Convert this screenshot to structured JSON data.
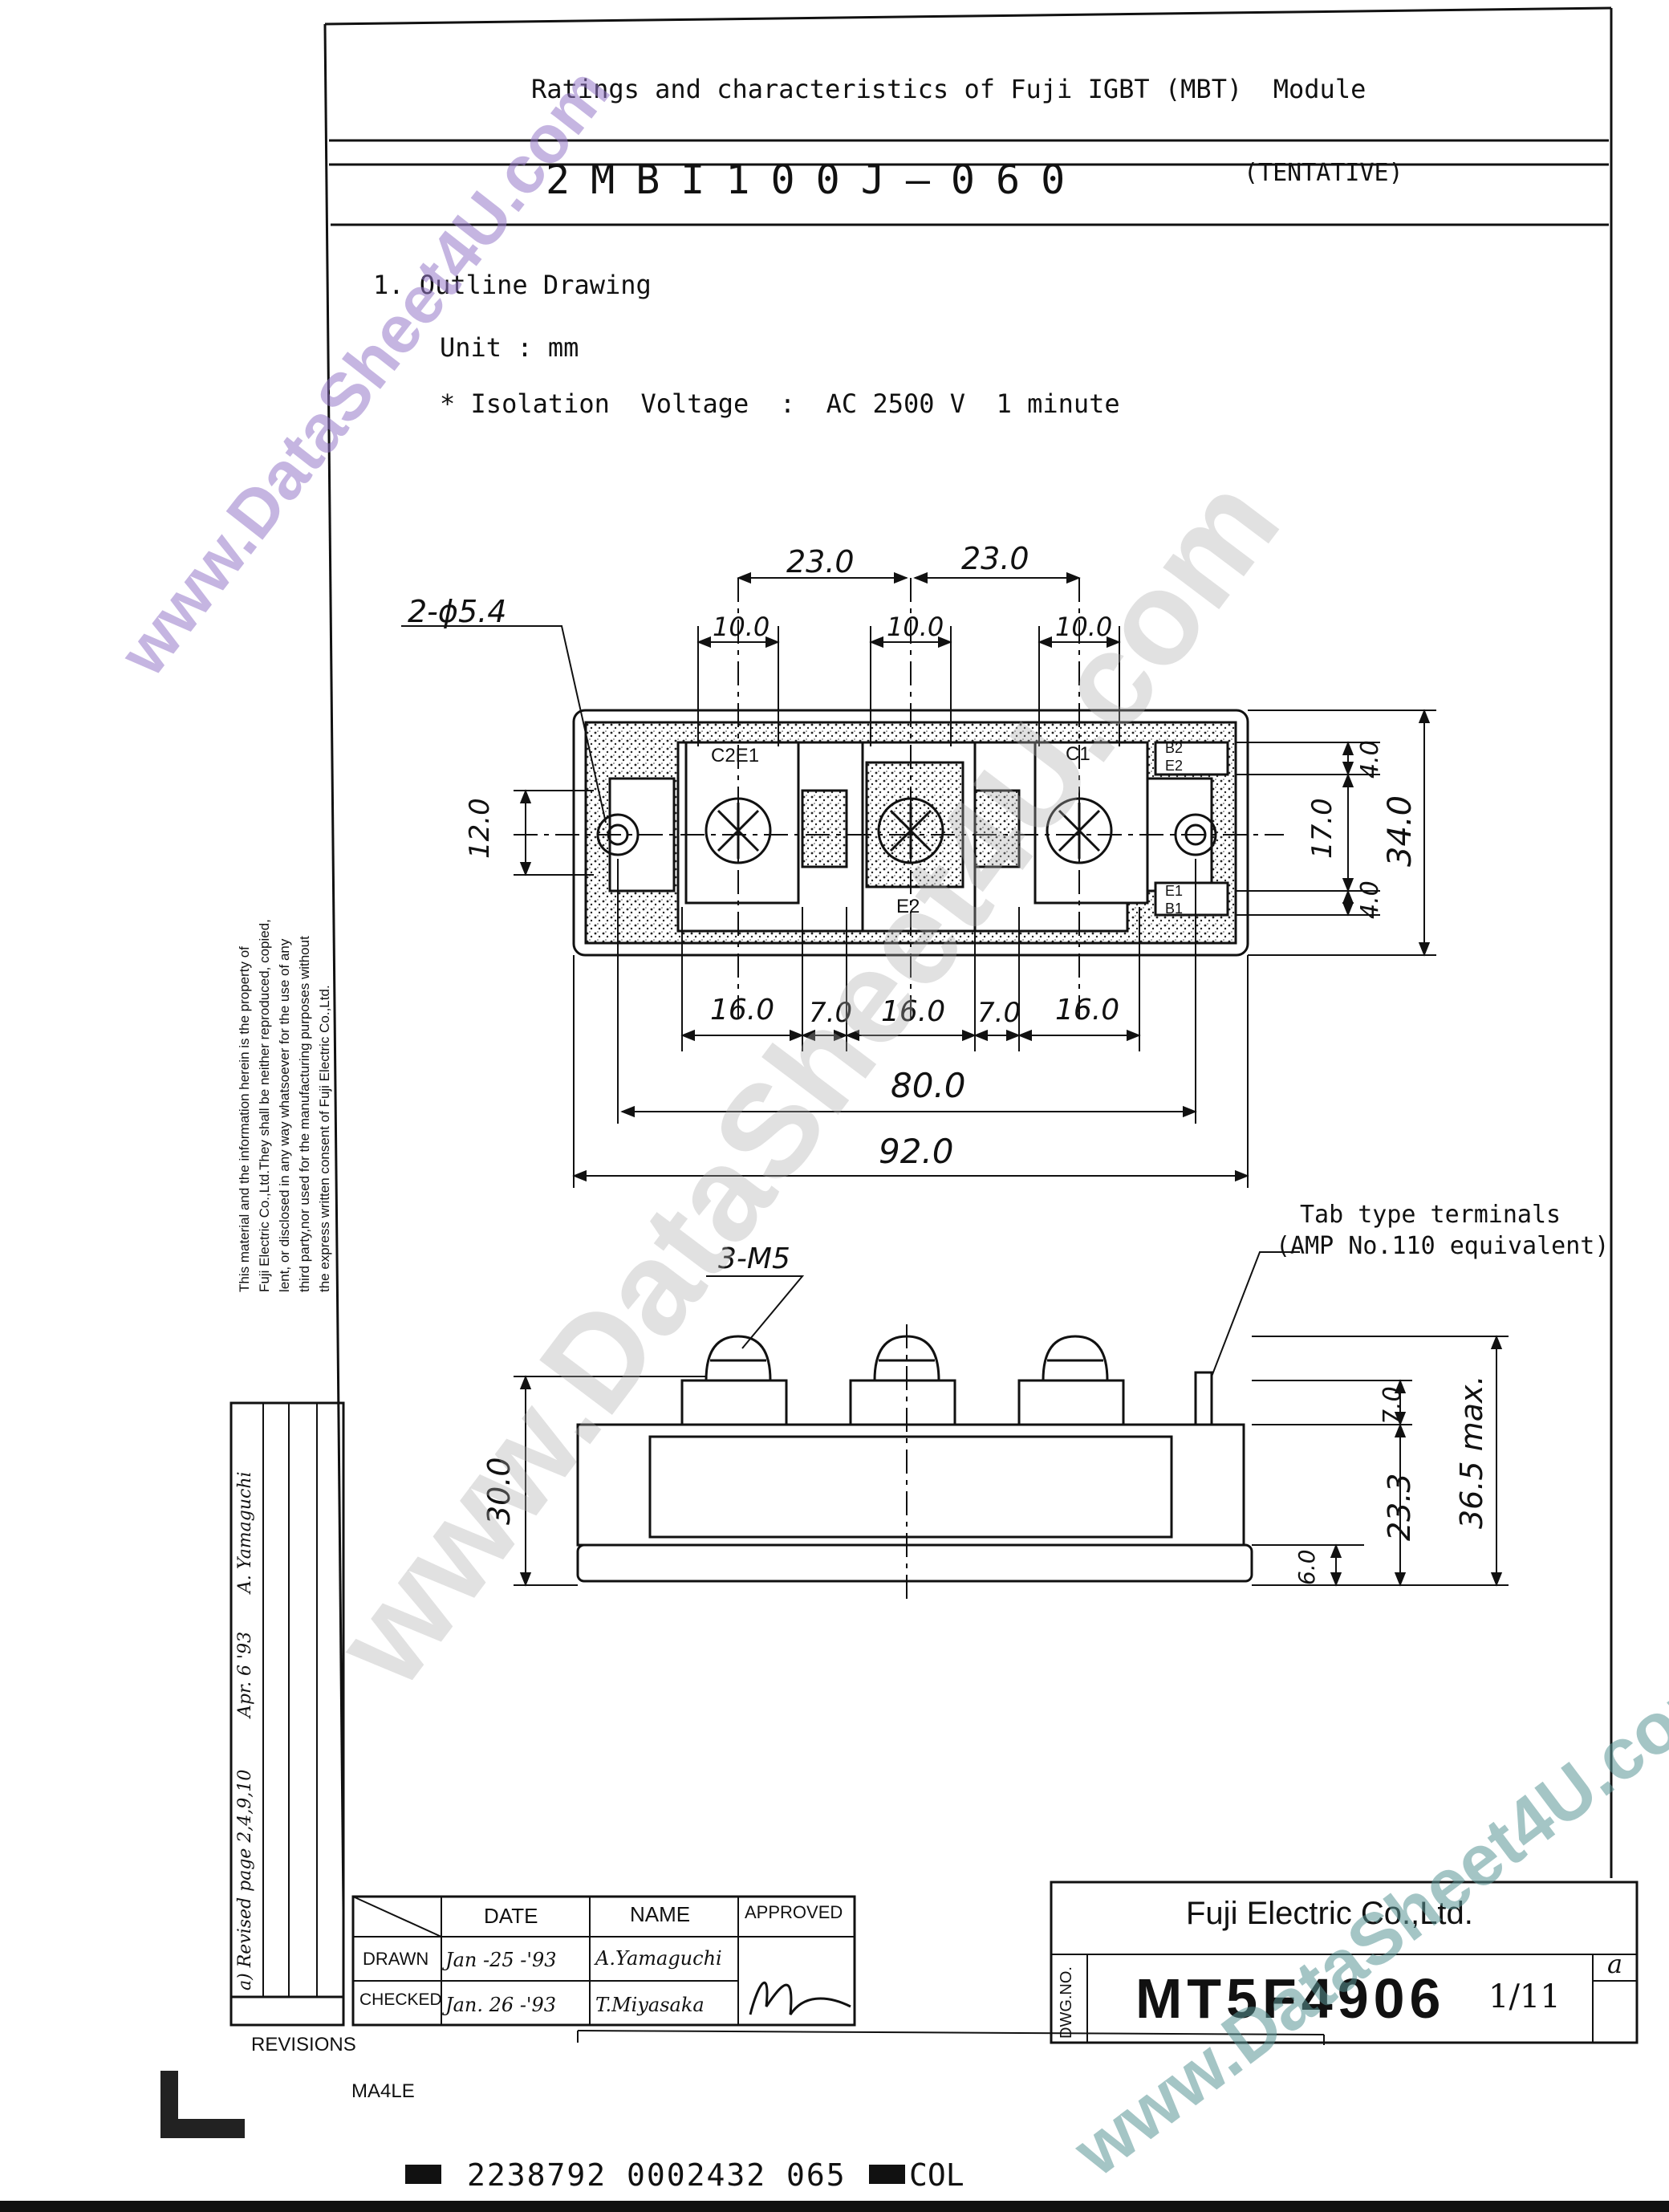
{
  "header": {
    "title": "Ratings and characteristics of Fuji IGBT (MBT)  Module",
    "part_number": "2MBI100J—060",
    "status": "(TENTATIVE)"
  },
  "section": {
    "heading": "1. Outline Drawing",
    "unit": "Unit : mm",
    "isolation": "* Isolation  Voltage  :  AC 2500 V  1 minute"
  },
  "top_view": {
    "mounting_holes": "2-ϕ5.4",
    "pitch_left": "23.0",
    "pitch_right": "23.0",
    "terminal_width_1": "10.0",
    "terminal_width_2": "10.0",
    "terminal_width_3": "10.0",
    "label_c2e1": "C2E1",
    "label_c1": "C1",
    "label_e2": "E2",
    "label_b2": "B2",
    "label_e2_small": "E2",
    "label_e1": "E1",
    "label_b1": "B1",
    "height_left": "12.0",
    "gap_top": "4.0",
    "gap_bottom": "4.0",
    "terminal_height": "17.0",
    "total_height": "34.0",
    "seg_1": "16.0",
    "seg_2": "7.0",
    "seg_3": "16.0",
    "seg_4": "7.0",
    "seg_5": "16.0",
    "hole_pitch": "80.0",
    "total_length": "92.0"
  },
  "side_view": {
    "screws": "3-M5",
    "tab_note_line1": "Tab type terminals",
    "tab_note_line2": "(AMP No.110 equivalent)",
    "total_height": "30.0",
    "terminal_block": "7.0",
    "body_height": "23.3",
    "max_height": "36.5 max.",
    "base_plate": "6.0"
  },
  "side_note": [
    "This material and the information herein is the property of",
    "Fuji Electric Co.,Ltd.They shall be neither reproduced, copied,",
    "lent, or disclosed in any way whatsoever for the use of any",
    "third party,nor used for the manufacturing purposes without",
    "the express written consent of Fuji Electric Co.,Ltd."
  ],
  "revisions": {
    "label": "REVISIONS",
    "entry_1": "a) Revised page 2,4,9,10",
    "entry_2": "Apr. 6 '93",
    "entry_3": "A. Yamaguchi"
  },
  "title_block": {
    "col_date": "DATE",
    "col_name": "NAME",
    "col_approved": "APPROVED",
    "row_drawn": "DRAWN",
    "row_checked": "CHECKED",
    "drawn_date": "Jan -25 -'93",
    "drawn_name": "A.Yamaguchi",
    "checked_date": "Jan. 26 -'93",
    "checked_name": "T.Miyasaka",
    "company": "Fuji Electric Co.,Ltd.",
    "dwg_label": "DWG.NO.",
    "dwg_number": "MT5F4906",
    "sheet": "1/11",
    "revision": "a"
  },
  "footer": {
    "form_code": "MA4LE",
    "barcode_text": "2238792 0002432 065",
    "barcode_suffix": "COL"
  },
  "watermarks": {
    "site": "www.DataSheet4U.com"
  }
}
